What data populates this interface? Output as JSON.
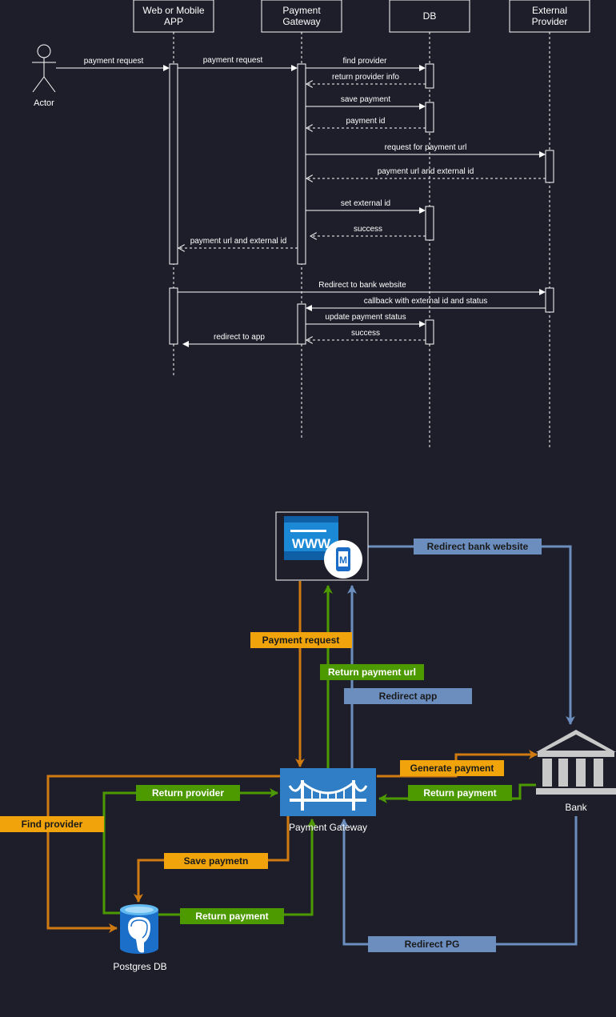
{
  "sequence": {
    "participants": {
      "actor": "Actor",
      "app": "Web or Mobile APP",
      "app_line1": "Web or Mobile",
      "app_line2": "APP",
      "pg_line1": "Payment",
      "pg_line2": "Gateway",
      "db": "DB",
      "ext_line1": "External",
      "ext_line2": "Provider"
    },
    "messages": {
      "m1": "payment request",
      "m2": "payment request",
      "m3": "find provider",
      "m4": "return provider info",
      "m5": "save payment",
      "m6": "payment id",
      "m7": "request for payment url",
      "m8": "payment url and external id",
      "m9": "set external id",
      "m10": "success",
      "m11": "payment url and external id",
      "m12": "Redirect to bank website",
      "m13": "callback with external id and status",
      "m14": "update payment status",
      "m15": "success",
      "m16": "redirect to app"
    }
  },
  "architecture": {
    "nodes": {
      "web_icon_text": "WWW",
      "mobile_icon_text": "M",
      "gateway": "Payment Gateway",
      "bank": "Bank",
      "db": "Postgres DB"
    },
    "edges": {
      "redirect_bank_website": "Redirect bank website",
      "payment_request": "Payment request",
      "return_payment_url": "Return payment url",
      "redirect_app": "Redirect app",
      "generate_payment": "Generate payment",
      "return_provider": "Return provider",
      "return_payment_bank": "Return payment",
      "find_provider": "Find provider",
      "save_payment": "Save paymetn",
      "return_payment_db": "Return payment",
      "redirect_pg": "Redirect PG"
    },
    "colors": {
      "orange": "#d07a12",
      "green": "#4d9a00",
      "blue": "#6c8ebf",
      "label_orange": "#f0a30a",
      "label_green": "#4d9a00",
      "label_blue": "#6c8ebf",
      "gateway_fill": "#2f7ec6"
    }
  }
}
